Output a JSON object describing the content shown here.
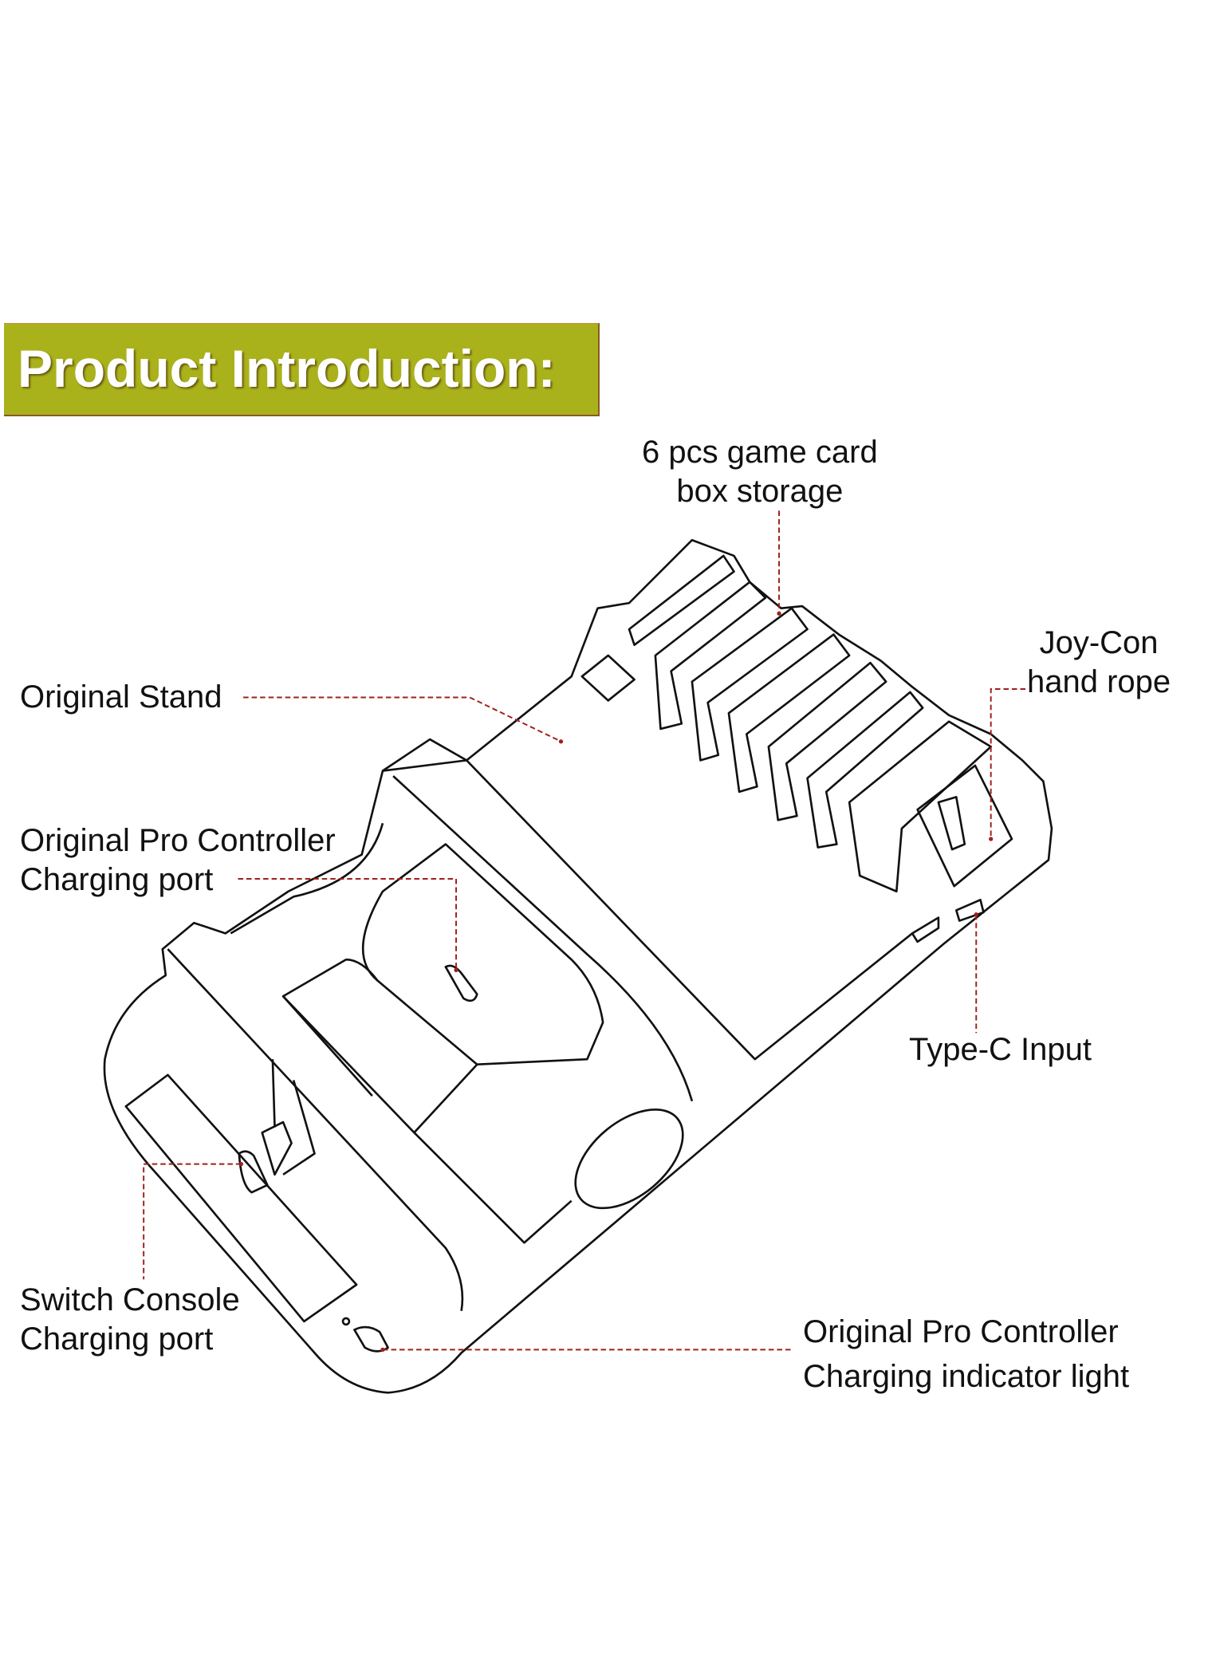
{
  "header": {
    "title": "Product Introduction:"
  },
  "labels": {
    "card_storage": [
      "6 pcs game card",
      "box storage"
    ],
    "original_stand": "Original Stand",
    "joycon_rope": [
      "Joy-Con",
      "hand rope"
    ],
    "pro_port": [
      "Original Pro Controller",
      "Charging port"
    ],
    "typec": "Type-C Input",
    "switch_port": [
      "Switch Console",
      "Charging port"
    ],
    "pro_light": [
      "Original Pro Controller",
      "Charging indicator light"
    ]
  },
  "colors": {
    "banner": "#a9b21a",
    "leader": "#a0201c",
    "outline": "#111111"
  }
}
